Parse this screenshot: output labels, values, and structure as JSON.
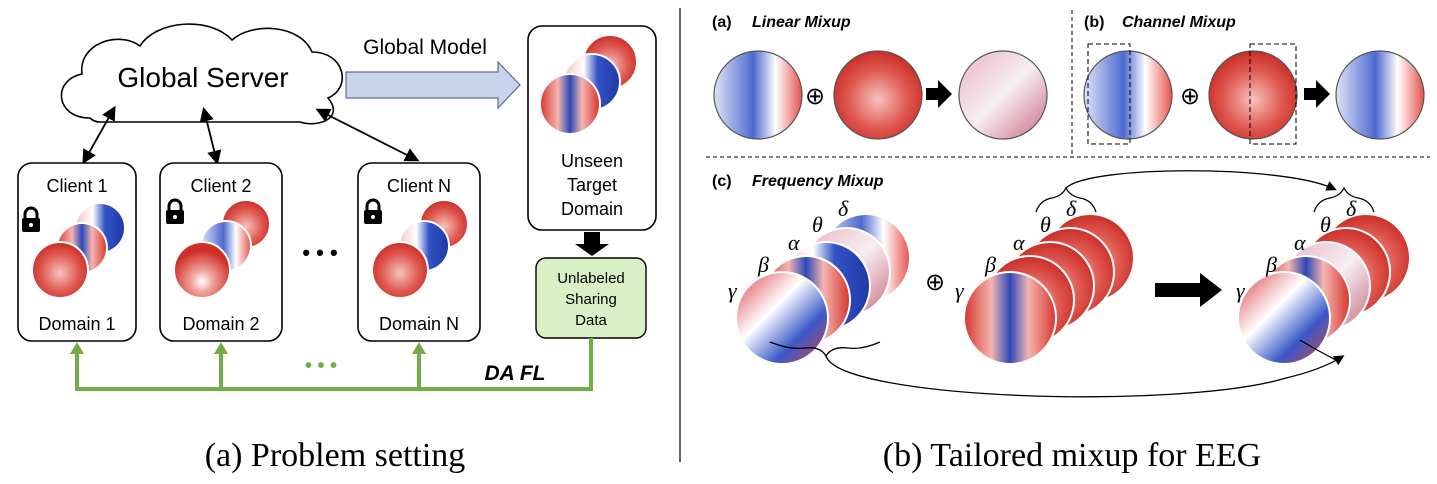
{
  "left": {
    "server_label": "Global Server",
    "global_model_label": "Global Model",
    "clients": [
      {
        "name": "Client 1",
        "domain": "Domain 1"
      },
      {
        "name": "Client 2",
        "domain": "Domain 2"
      },
      {
        "name": "Client N",
        "domain": "Domain N"
      }
    ],
    "ellipsis": "• • •",
    "bottom_ellipsis": "• • •",
    "target": {
      "line1": "Unseen",
      "line2": "Target",
      "line3": "Domain"
    },
    "sharing": {
      "line1": "Unlabeled",
      "line2": "Sharing",
      "line3": "Data"
    },
    "dafl_label": "DA FL",
    "caption": "(a) Problem setting",
    "colors": {
      "green_arrow": "#70ad47",
      "sharing_fill": "#d9efc5",
      "model_arrow_fill": "#c9d3ec"
    }
  },
  "right": {
    "panel_a": {
      "tag": "(a)",
      "title": "Linear Mixup"
    },
    "panel_b": {
      "tag": "(b)",
      "title": "Channel Mixup"
    },
    "panel_c": {
      "tag": "(c)",
      "title": "Frequency Mixup"
    },
    "oplus": "⊕",
    "bands": [
      "γ",
      "β",
      "α",
      "θ",
      "δ"
    ],
    "caption": "(b) Tailored mixup for EEG",
    "colors": {
      "red": "#d8342c",
      "blue": "#2f4fb8",
      "neutral": "#f3f3f3"
    }
  }
}
